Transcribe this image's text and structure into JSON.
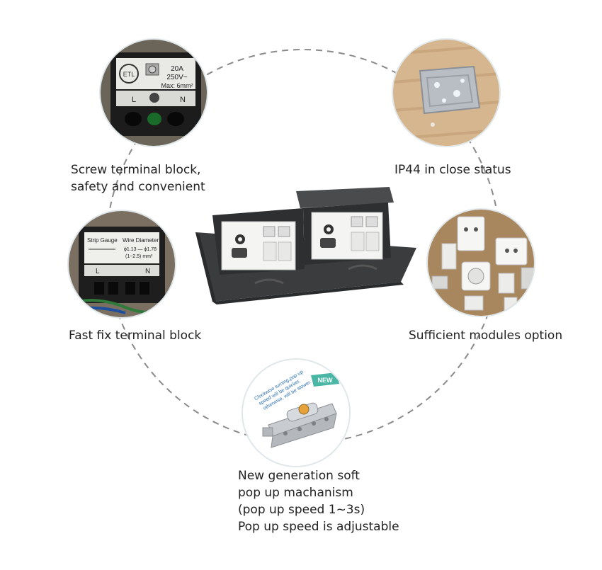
{
  "features": {
    "screw_terminal": {
      "lines": [
        "Screw terminal block,",
        "safety and convenient"
      ],
      "photo_text": {
        "rating_1": "20A",
        "rating_2": "250V~",
        "max": "Max: 6mm²",
        "l": "L",
        "n": "N",
        "mark": "ETL"
      }
    },
    "ip44": {
      "lines": [
        "IP44 in close status"
      ]
    },
    "fast_fix": {
      "lines": [
        "Fast fix terminal block"
      ],
      "photo_text": {
        "strip_gauge": "Strip Gauge",
        "wire_diameter": "Wire Diameter",
        "diameters": "ϕ1.13 — ϕ1.78",
        "range": "(1~2.5) mm²",
        "l": "L",
        "n": "N"
      }
    },
    "modules": {
      "lines": [
        "Sufficient modules option"
      ]
    },
    "popup": {
      "lines": [
        "New generation soft",
        "pop up machanism",
        "(pop up speed 1~3s)",
        "Pop up speed is adjustable"
      ],
      "photo_text": {
        "badge": "NEW",
        "note_1": "Clockwise turning,pop up",
        "note_2": "speed will be quicker,",
        "note_3": "otherwise, will be slower."
      }
    }
  },
  "colors": {
    "dashed_ring": "#8a8a8a",
    "bubble_border": "#dfe7ea",
    "caption_text": "#222222",
    "box_dark": "#3b3c3e",
    "badge": "#49b6a6"
  }
}
